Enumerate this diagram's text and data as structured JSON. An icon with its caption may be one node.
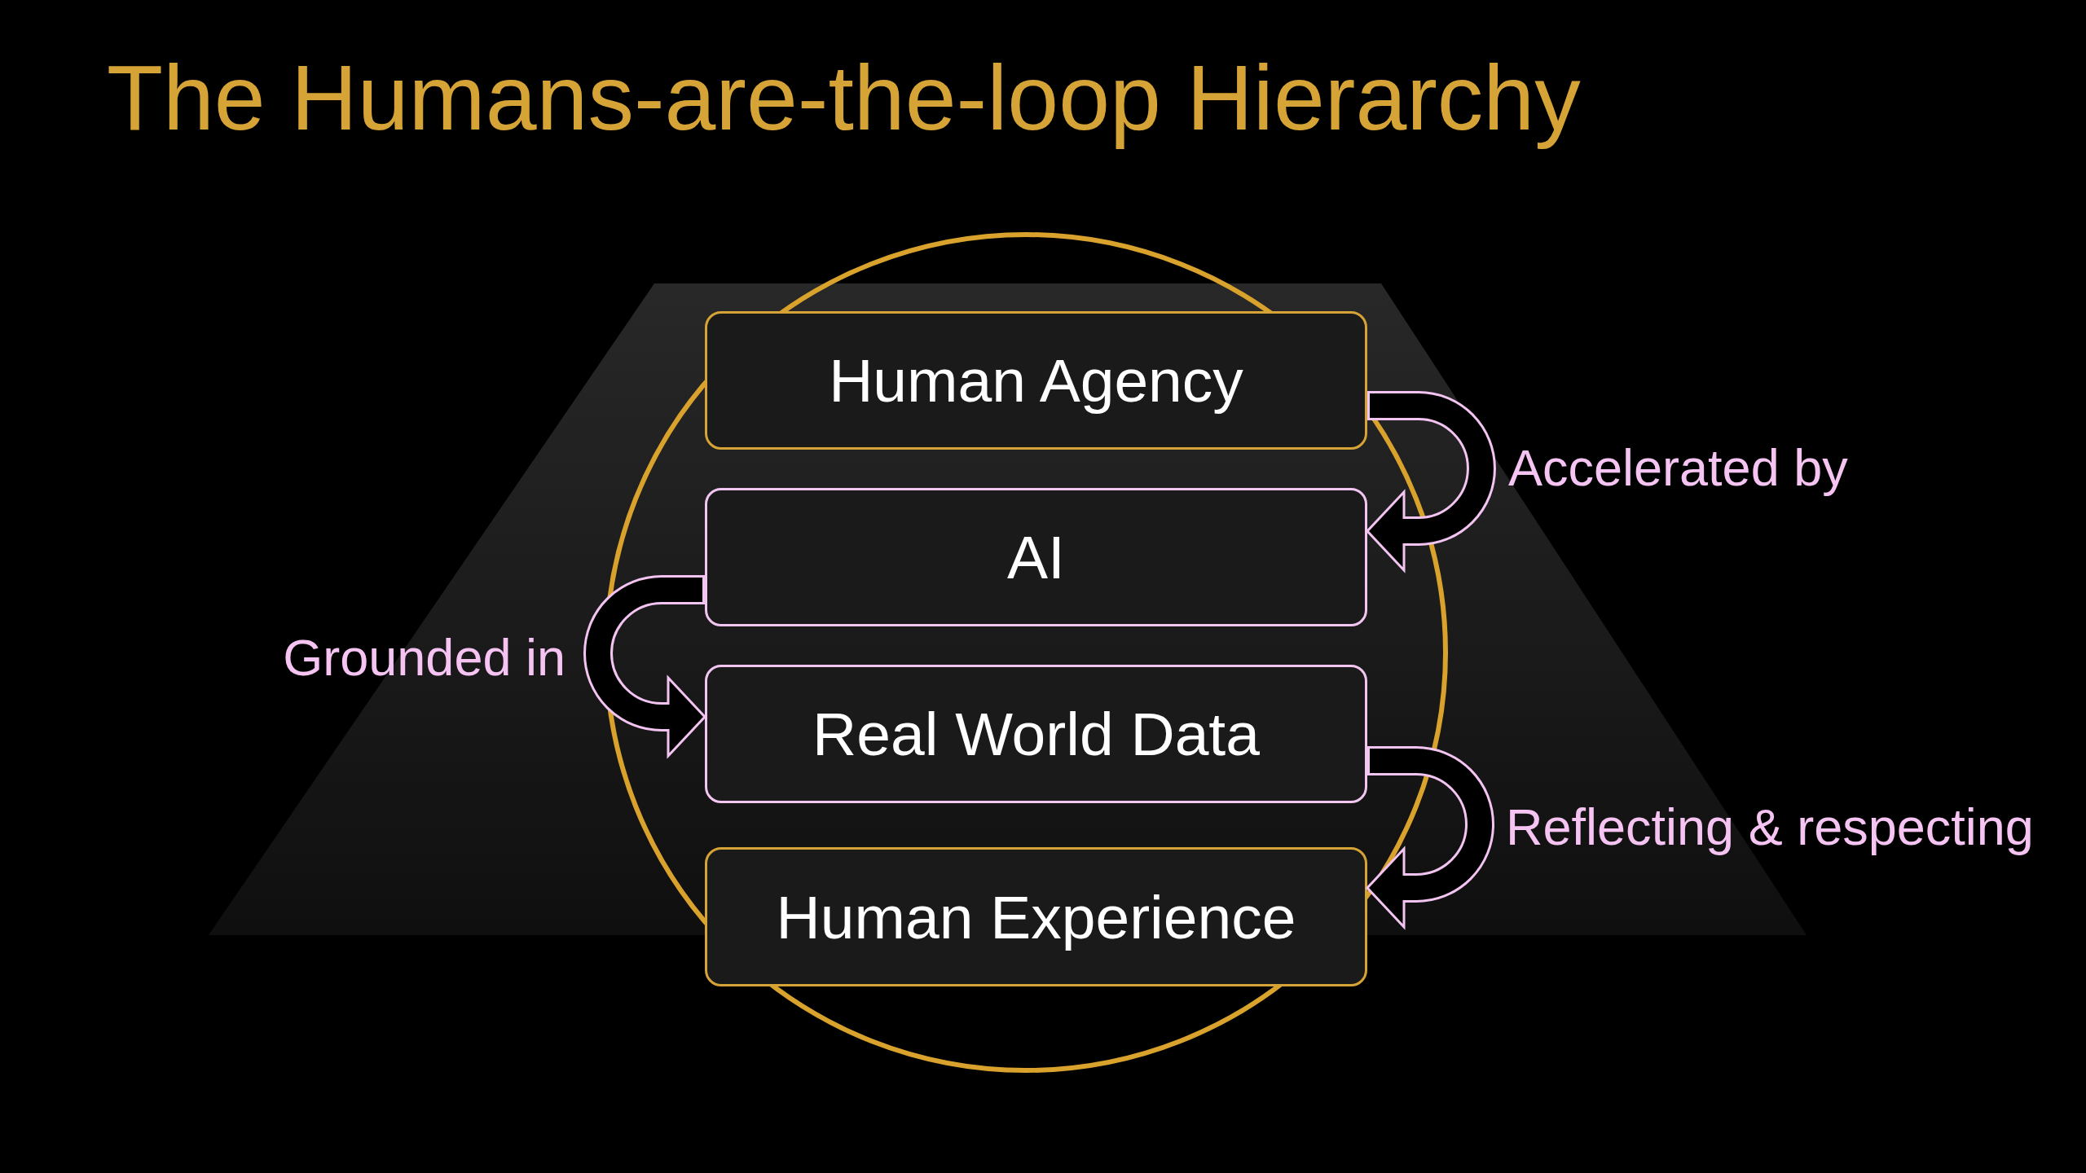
{
  "diagram": {
    "title": "The Humans-are-the-loop Hierarchy",
    "nodes": [
      {
        "text": [
          "Human Agency"
        ]
      },
      {
        "text": [
          "AI"
        ]
      },
      {
        "text": [
          "Real World Data"
        ]
      },
      {
        "text": [
          "Human Experience"
        ]
      }
    ],
    "edges": [
      {
        "from": 0,
        "to": 1,
        "arrow": "to",
        "label": "Accelerated by"
      },
      {
        "from": 1,
        "to": 2,
        "arrow": "to",
        "label": "Grounded in"
      },
      {
        "from": 2,
        "to": 3,
        "arrow": "to",
        "label": "Reflecting & respecting"
      }
    ]
  }
}
